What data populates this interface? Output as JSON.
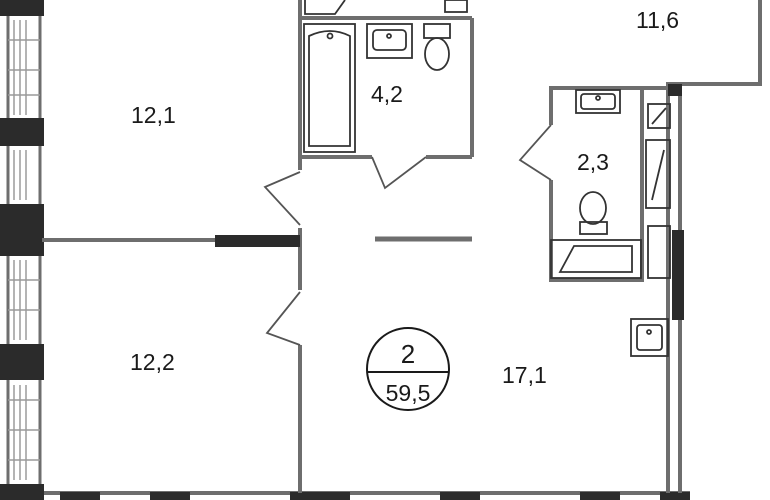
{
  "floor_plan": {
    "rooms": [
      {
        "id": "bedroom-top-left",
        "area": "12,1"
      },
      {
        "id": "bedroom-bottom-left",
        "area": "12,2"
      },
      {
        "id": "bathroom",
        "area": "4,2"
      },
      {
        "id": "toilet",
        "area": "2,3"
      },
      {
        "id": "kitchen-top-right",
        "area": "11,6"
      },
      {
        "id": "living-area",
        "area": "17,1"
      }
    ],
    "badge": {
      "rooms_count": "2",
      "total_area": "59,5"
    },
    "colors": {
      "wall": "#6e6e6e",
      "wall_dark": "#2b2b2b",
      "fixture": "#333333",
      "window": "#9a9a9a"
    }
  }
}
